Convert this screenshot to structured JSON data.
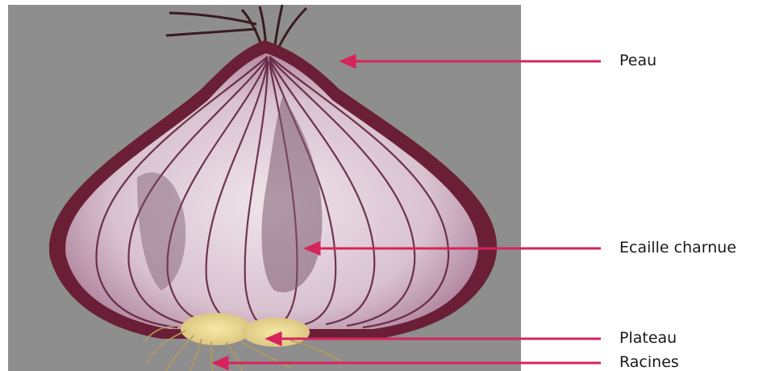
{
  "labels": {
    "skin": "Peau",
    "fleshy_scale": "Ecaille charnue",
    "basal_plate": "Plateau",
    "roots": "Racines"
  },
  "colors": {
    "photo_background": "#8e8e8e",
    "onion_skin": "#6a1f36",
    "onion_flesh": "#e4d2dd",
    "scale_line": "#5a1a36",
    "basal_plate": "#e8d889",
    "roots": "#b59a5a",
    "arrow": "#d6245c"
  }
}
